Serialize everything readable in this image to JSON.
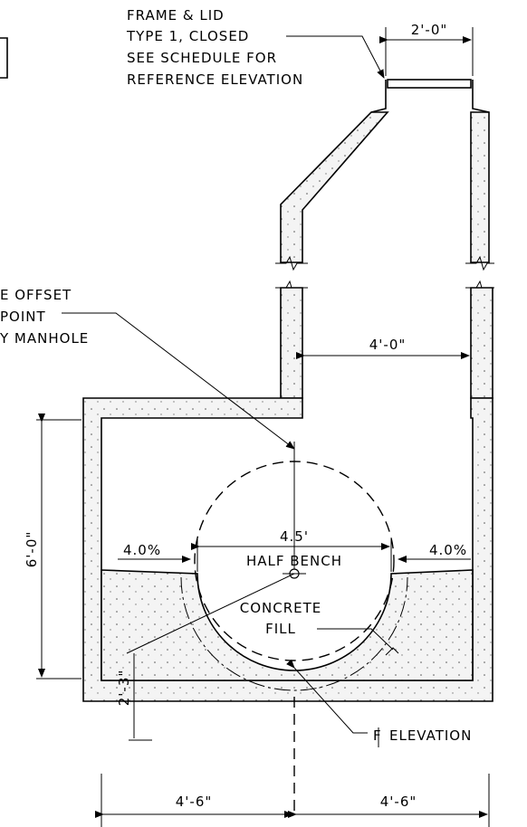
{
  "labels": {
    "frame_lid_1": "FRAME & LID",
    "frame_lid_2": "TYPE 1, CLOSED",
    "frame_lid_3": "SEE SCHEDULE FOR",
    "frame_lid_4": "REFERENCE ELEVATION",
    "offset_1": "E OFFSET",
    "offset_2": "POINT",
    "offset_3": "Y MANHOLE",
    "concrete_fill_1": "CONCRETE",
    "concrete_fill_2": "FILL",
    "half_bench": "HALF BENCH",
    "fl_elevation": "ELEVATION"
  },
  "dimensions": {
    "lid_width": "2'-0\"",
    "riser_width": "4'-0\"",
    "height": "6'-0\"",
    "bench_width": "4.5'",
    "slope_left": "4.0%",
    "slope_right": "4.0%",
    "invert_depth": "2'-3\"",
    "half_left": "4'-6\"",
    "half_right": "4'-6\""
  }
}
